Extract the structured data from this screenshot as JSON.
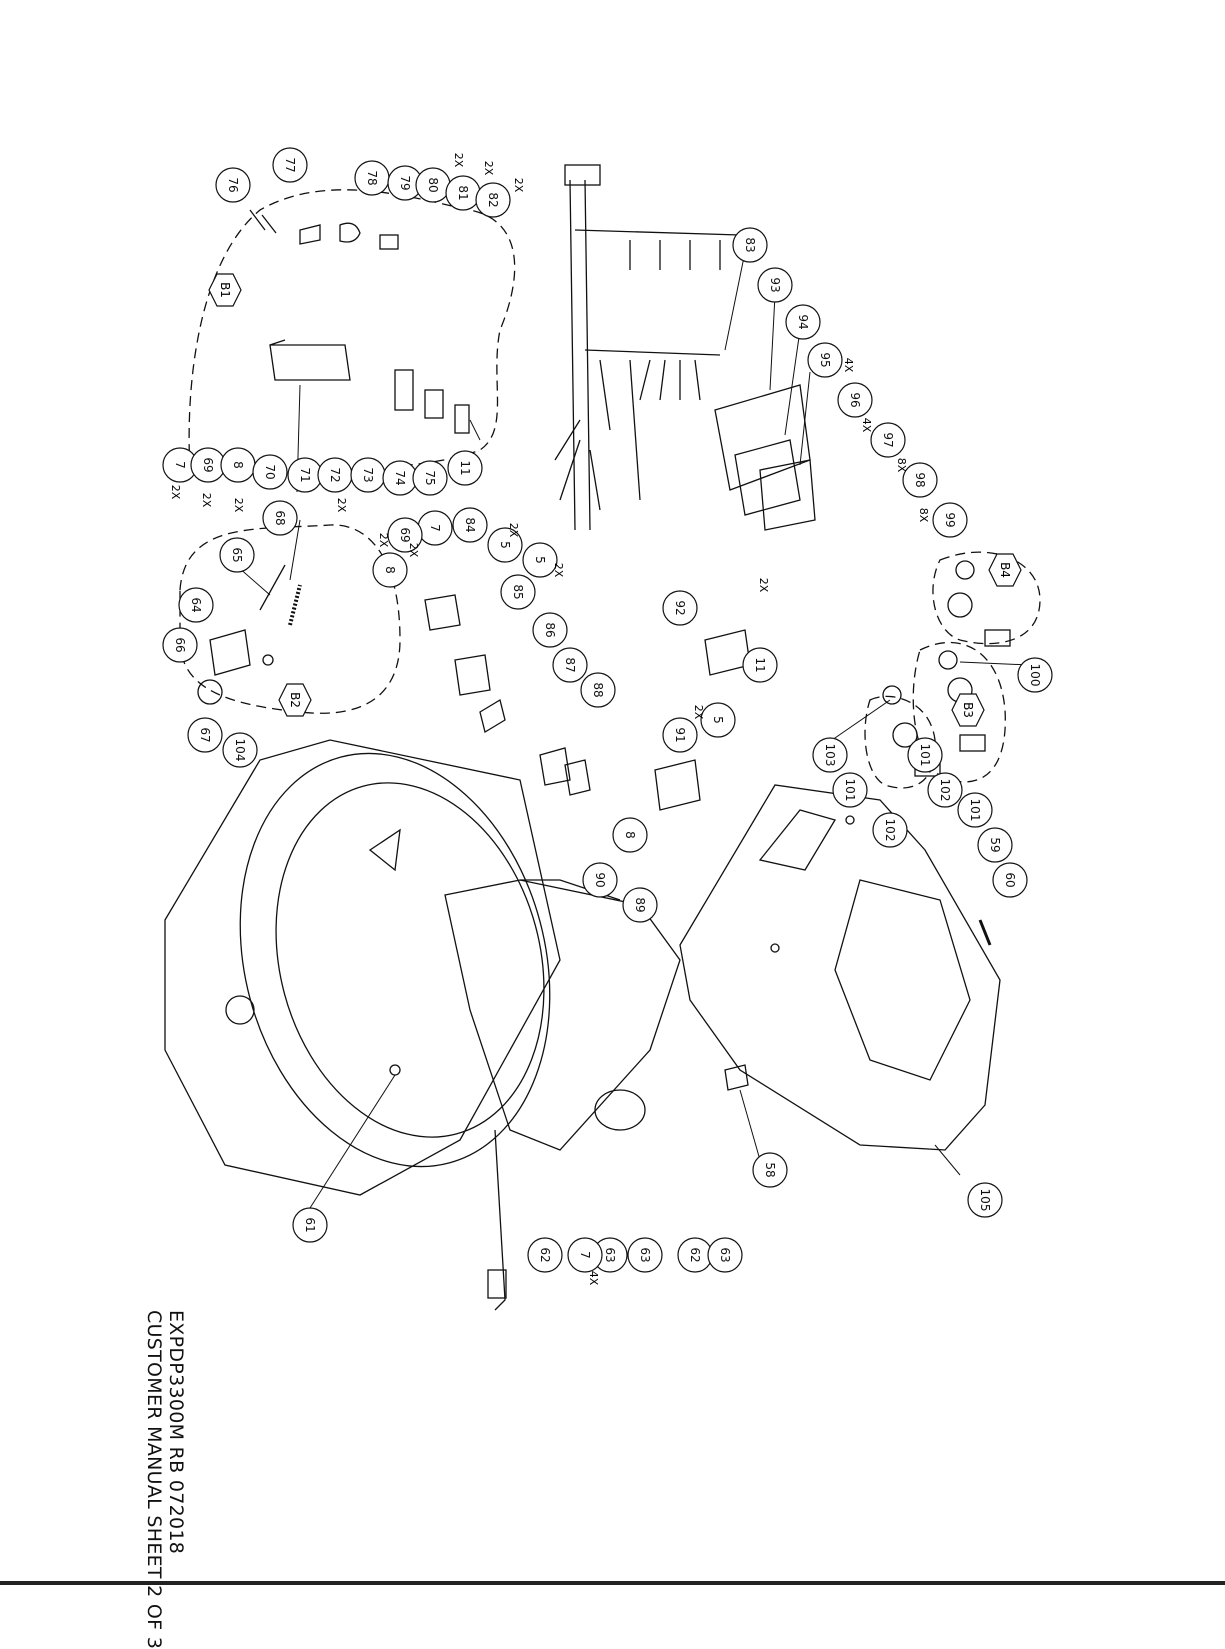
{
  "title_block": {
    "line1": "EXPDP3300M RB 072018",
    "line2": "CUSTOMER MANUAL SHEET 2 OF 3"
  },
  "groups": [
    "B1",
    "B2",
    "B3",
    "B4"
  ],
  "callouts": [
    "7",
    "69",
    "8",
    "70",
    "71",
    "72",
    "73",
    "74",
    "75",
    "11",
    "76",
    "77",
    "78",
    "79",
    "80",
    "81",
    "82",
    "83",
    "93",
    "94",
    "95",
    "96",
    "97",
    "98",
    "99",
    "68",
    "65",
    "64",
    "66",
    "67",
    "104",
    "84",
    "5",
    "85",
    "86",
    "87",
    "88",
    "92",
    "91",
    "90",
    "89",
    "100",
    "103",
    "101",
    "102",
    "59",
    "60",
    "58",
    "105",
    "61",
    "62",
    "63"
  ],
  "quantities": [
    "2X",
    "4X",
    "8X"
  ]
}
